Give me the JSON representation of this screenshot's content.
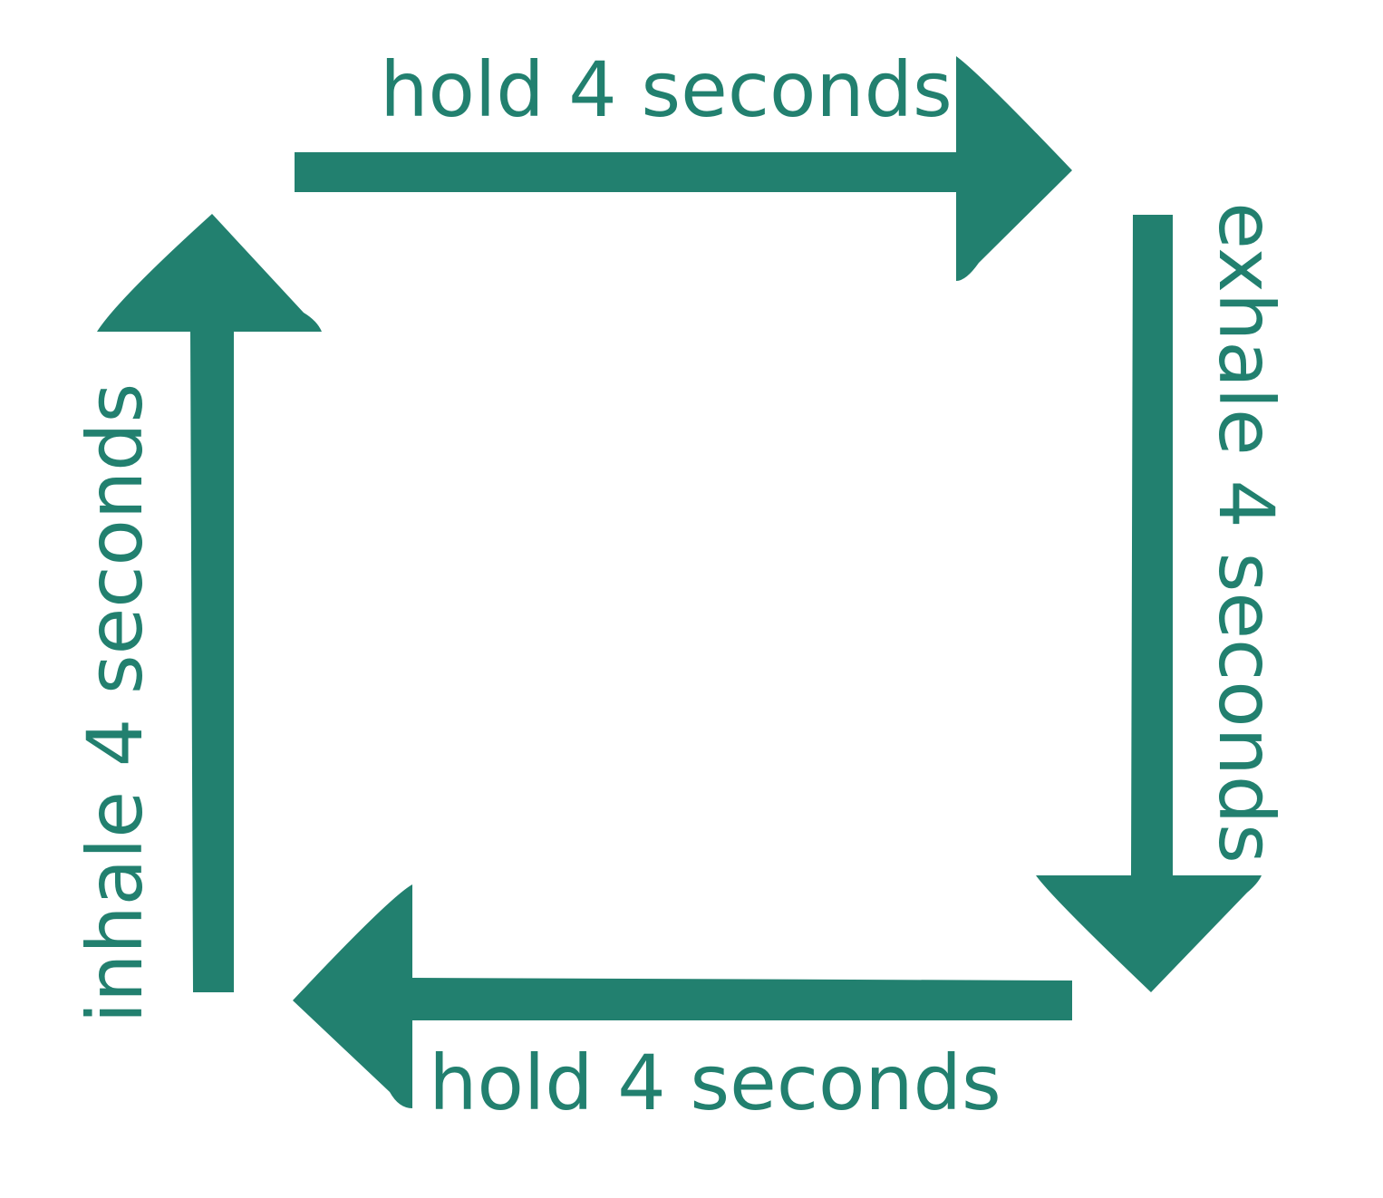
{
  "diagram": {
    "accent_color": "#22806f",
    "labels": {
      "top": "hold 4 seconds",
      "right": "exhale 4 seconds",
      "bottom": "hold 4 seconds",
      "left": "inhale 4 seconds"
    },
    "arrows": [
      {
        "name": "arrow-top",
        "direction": "right"
      },
      {
        "name": "arrow-right",
        "direction": "down"
      },
      {
        "name": "arrow-bottom",
        "direction": "left"
      },
      {
        "name": "arrow-left",
        "direction": "up"
      }
    ]
  }
}
